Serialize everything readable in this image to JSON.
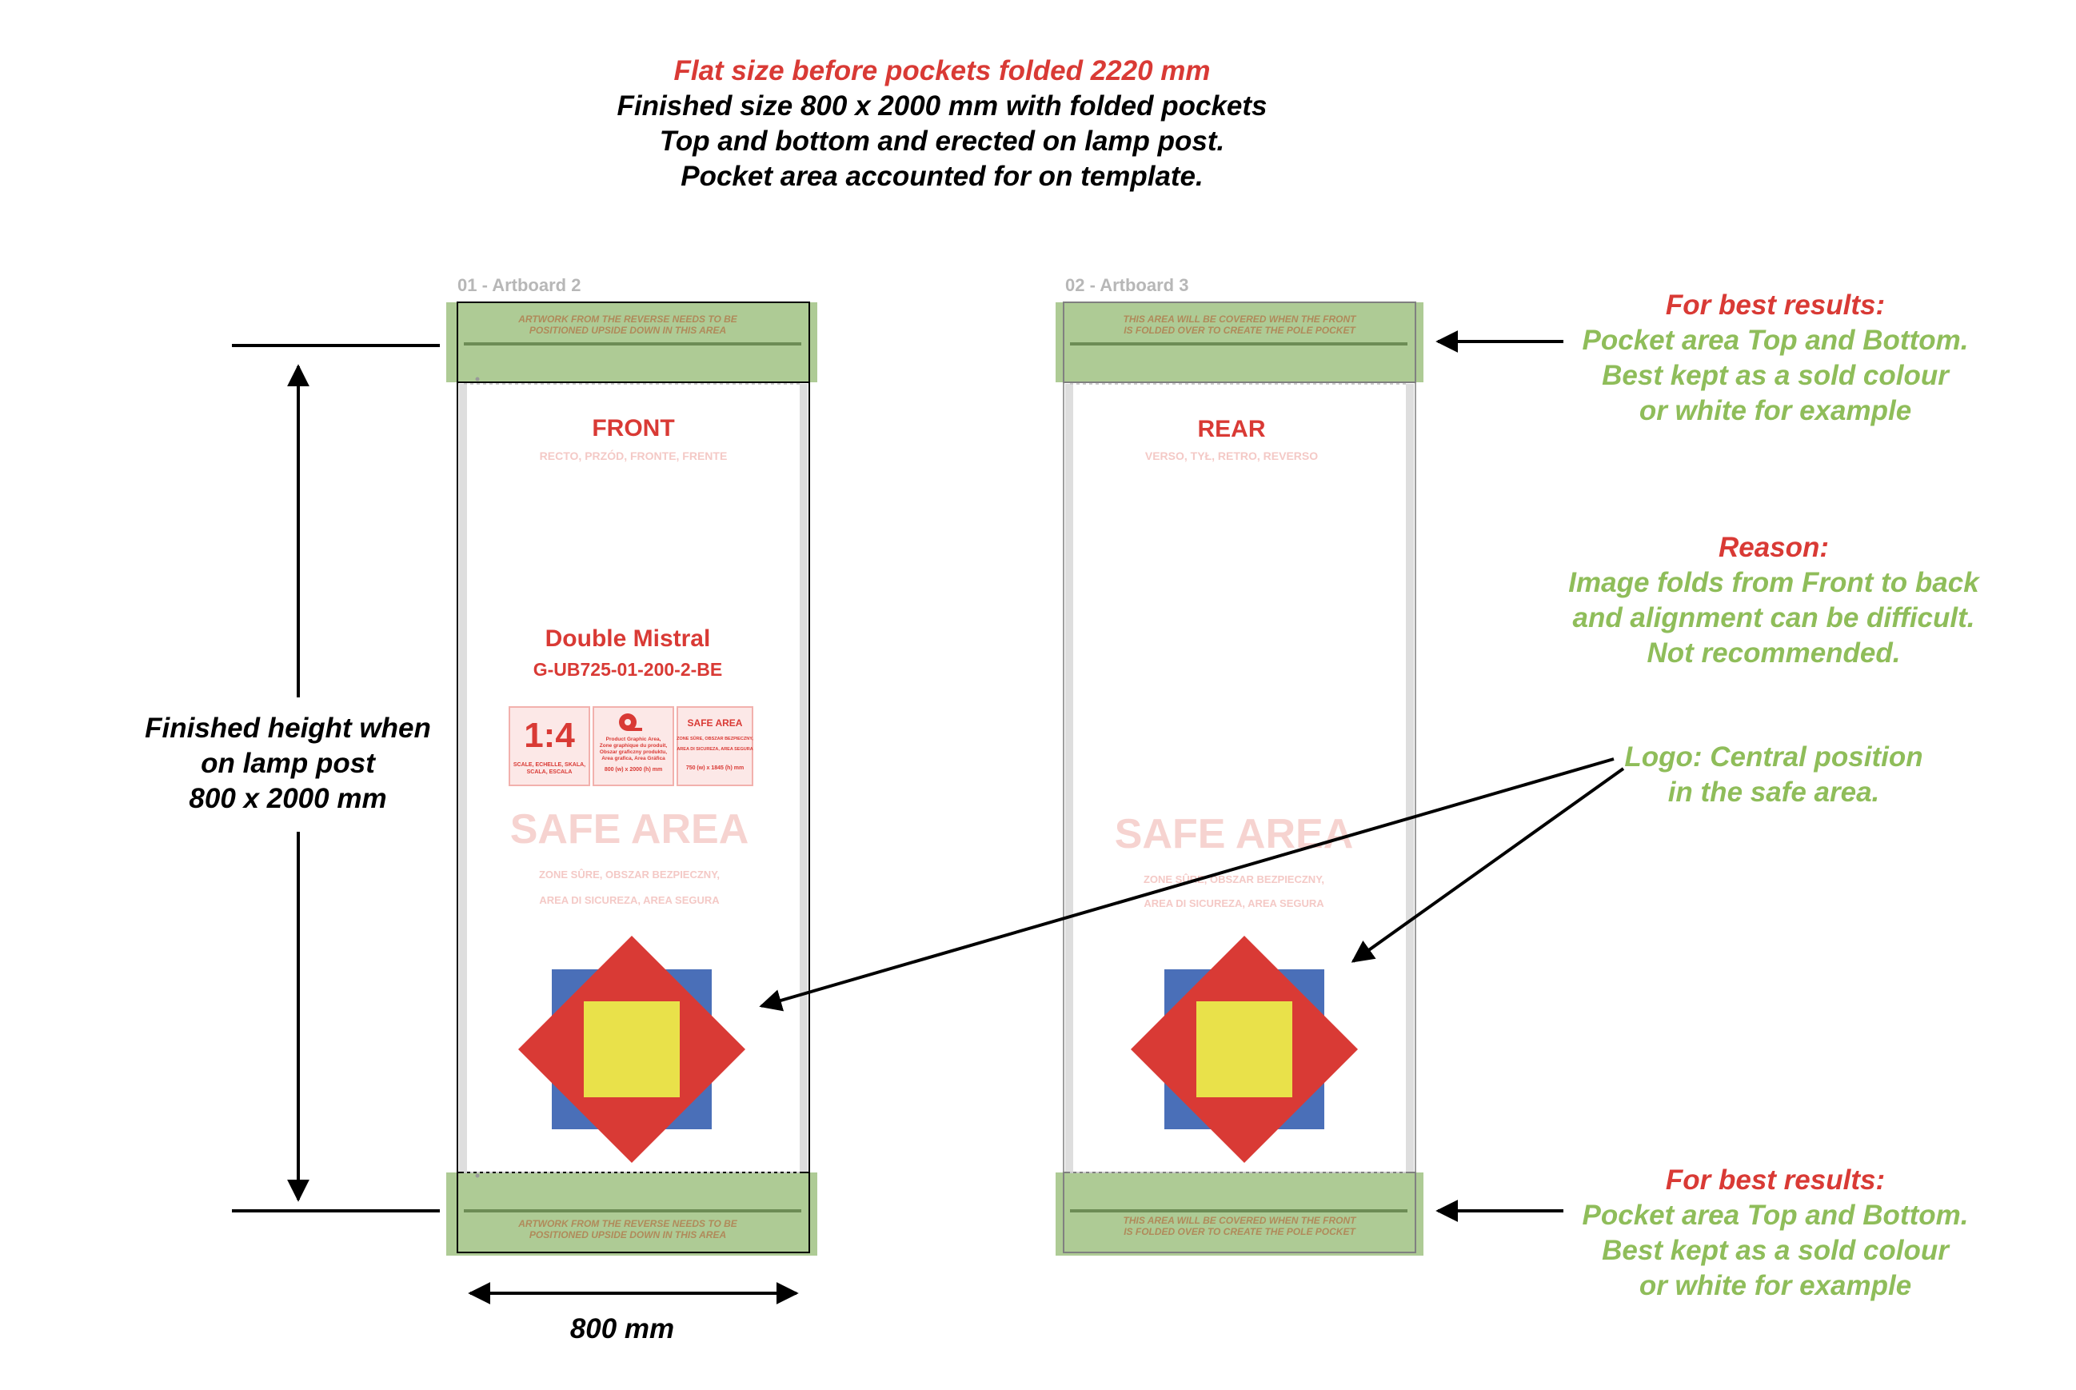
{
  "header": {
    "line1": "Flat size before pockets folded 2220 mm",
    "line2": "Finished size 800 x 2000 mm with folded pockets",
    "line3": "Top and bottom and erected on lamp post.",
    "line4": "Pocket area accounted for on template."
  },
  "artboards": {
    "front_label": "01 - Artboard 2",
    "rear_label": "02 - Artboard 3",
    "front_pocket_line1": "ARTWORK FROM THE REVERSE NEEDS TO BE",
    "front_pocket_line2": "POSITIONED UPSIDE DOWN IN THIS AREA",
    "rear_pocket_line1": "THIS AREA WILL BE COVERED WHEN THE FRONT",
    "rear_pocket_line2": "IS FOLDED OVER TO CREATE THE POLE POCKET"
  },
  "front": {
    "title": "FRONT",
    "subtitle": "RECTO, PRZÓD, FRONTE, FRENTE",
    "product_name": "Double Mistral",
    "product_code": "G-UB725-01-200-2-BE",
    "scale_value": "1:4",
    "scale_text_1": "SCALE, ECHELLE, SKALA,",
    "scale_text_2": "SCALA, ESCALA",
    "graphic_text_1": "Product Graphic Area,",
    "graphic_text_2": "Zone graphique du produit,",
    "graphic_text_3": "Obszar graficzny produktu,",
    "graphic_text_4": "Area grafica, Area Gráfica",
    "graphic_size": "800 (w) x 2000 (h) mm",
    "safe_box_title": "SAFE AREA",
    "safe_box_text_1": "ZONE SÛRE, OBSZAR BEZPIECZNY,",
    "safe_box_text_2": "AREA DI SICUREZA, AREA SEGURA",
    "safe_box_size": "750 (w) x 1845 (h) mm",
    "safe_area": "SAFE AREA",
    "safe_area_sub_1": "ZONE SÛRE, OBSZAR BEZPIECZNY,",
    "safe_area_sub_2": "AREA DI SICUREZA, AREA SEGURA"
  },
  "rear": {
    "title": "REAR",
    "subtitle": "VERSO, TYŁ, RETRO, REVERSO",
    "safe_area": "SAFE AREA",
    "safe_area_sub_1": "ZONE SÛRE, OBSZAR BEZPIECZNY,",
    "safe_area_sub_2": "AREA DI SICUREZA, AREA SEGURA"
  },
  "dimensions": {
    "height_line1": "Finished height when",
    "height_line2": "on lamp post",
    "height_line3": "800 x 2000 mm",
    "width_label": "800 mm"
  },
  "notes": {
    "top_best_title": "For best results:",
    "top_best_line1": "Pocket area Top and Bottom.",
    "top_best_line2": "Best kept as a sold colour",
    "top_best_line3": "or white for example",
    "reason_title": "Reason:",
    "reason_line1": "Image folds from Front to back",
    "reason_line2": "and alignment can be difficult.",
    "reason_line3": "Not recommended.",
    "logo_line1": "Logo: Central position",
    "logo_line2": "in the safe area.",
    "bottom_best_title": "For best results:",
    "bottom_best_line1": "Pocket area Top and Bottom.",
    "bottom_best_line2": "Best kept as a sold colour",
    "bottom_best_line3": "or white for example"
  },
  "colors": {
    "red": "#d93a35",
    "green": "#8fbd5a",
    "pocket_green": "#aecb95",
    "pocket_line": "#6d8c55",
    "pale_pink": "#f4c9c6",
    "logo_blue": "#4a6fb8",
    "logo_red": "#d93a35",
    "logo_yellow": "#e9e14a"
  }
}
